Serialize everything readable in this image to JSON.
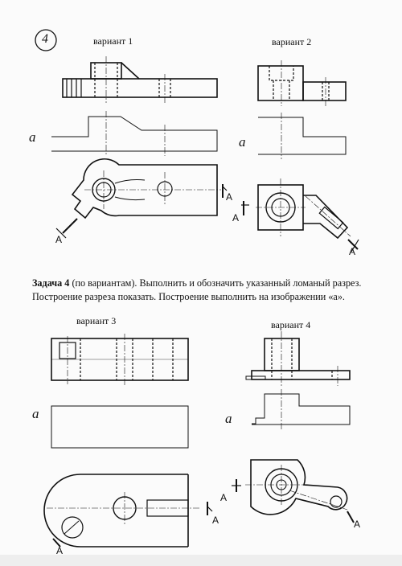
{
  "page_number": "4",
  "variants": {
    "v1": "вариант 1",
    "v2": "вариант 2",
    "v3": "вариант 3",
    "v4": "вариант 4"
  },
  "labels": {
    "view_a": "а",
    "section": "А"
  },
  "task": {
    "title": "Задача 4",
    "paren": " (по вариантам).",
    "line1_rest": " Выполнить и обозначить указанный ломаный разрез.",
    "line2": "Построение разреза показать. Построение выполнить на изображении «а»."
  }
}
